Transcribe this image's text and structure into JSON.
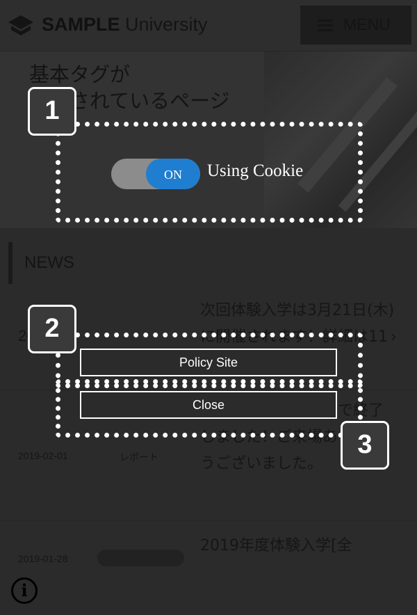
{
  "header": {
    "logo_bold": "SAMPLE",
    "logo_light": " University",
    "menu_label": "MENU"
  },
  "hero": {
    "title_line1": "基本タグが",
    "title_line2": "使用されているページ"
  },
  "news": {
    "heading": "NEWS",
    "items": [
      {
        "title": "次回体験入学は3月21日(木)に開催されます！詳細は11",
        "date": "",
        "category": ""
      },
      {
        "title": "卒業制作展　大盛況で終了しました！ご来場ありがとうございました。",
        "date": "2019-02-01",
        "category": "レポート"
      },
      {
        "title": "2019年度体験入学[全",
        "date": "2019-01-28",
        "category": ""
      }
    ],
    "side_number": "20"
  },
  "overlay": {
    "badge1": "1",
    "badge2": "2",
    "badge3": "3",
    "toggle_state": "ON",
    "cookie_label": "Using Cookie",
    "policy_button": "Policy Site",
    "close_button": "Close",
    "toggle_color": "#1f7ed0",
    "info_icon": "i"
  }
}
